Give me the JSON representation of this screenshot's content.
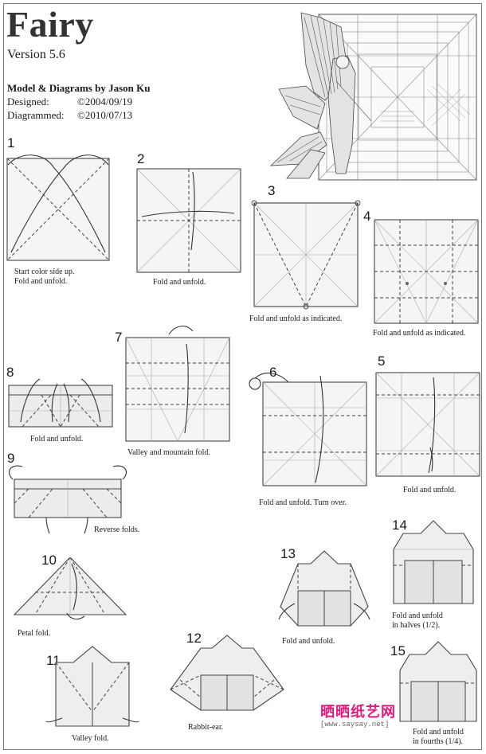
{
  "header": {
    "title": "Fairy",
    "version": "Version 5.6",
    "credits": "Model & Diagrams by Jason Ku",
    "designed_label": "Designed:",
    "designed_value": "©2004/09/19",
    "diagrammed_label": "Diagrammed:",
    "diagrammed_value": "©2010/07/13"
  },
  "steps": [
    {
      "num": "1",
      "caption": "Start color side up.\nFold and unfold."
    },
    {
      "num": "2",
      "caption": "Fold and unfold."
    },
    {
      "num": "3",
      "caption": "Fold and unfold as indicated."
    },
    {
      "num": "4",
      "caption": "Fold and unfold as indicated."
    },
    {
      "num": "5",
      "caption": "Fold and unfold."
    },
    {
      "num": "6",
      "caption": "Fold and unfold. Turn over."
    },
    {
      "num": "7",
      "caption": "Valley and mountain fold."
    },
    {
      "num": "8",
      "caption": "Fold and unfold."
    },
    {
      "num": "9",
      "caption": "Reverse folds."
    },
    {
      "num": "10",
      "caption": "Petal fold."
    },
    {
      "num": "11",
      "caption": "Valley fold."
    },
    {
      "num": "12",
      "caption": "Rabbit-ear."
    },
    {
      "num": "13",
      "caption": "Fold and unfold."
    },
    {
      "num": "14",
      "caption": "Fold and unfold\nin halves (1/2)."
    },
    {
      "num": "15",
      "caption": "Fold and unfold\nin fourths (1/4)."
    }
  ],
  "watermark": {
    "text": "晒晒纸艺网",
    "url": "[www.saysay.net]"
  }
}
